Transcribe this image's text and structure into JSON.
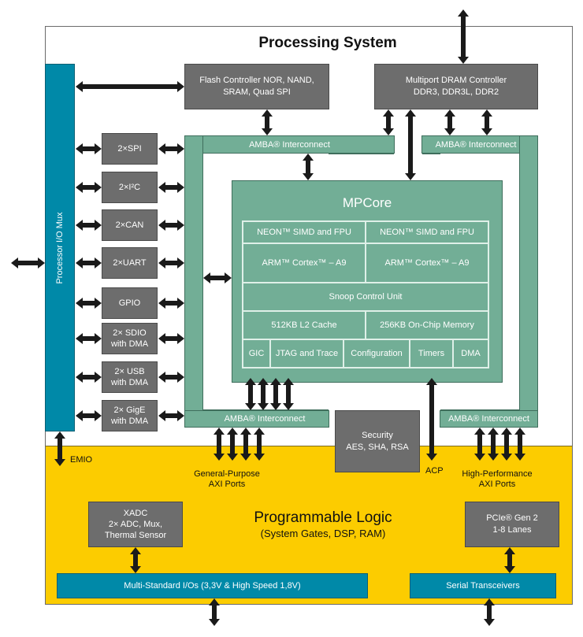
{
  "processing_system": {
    "title": "Processing System",
    "io_mux_label": "Processor I/O Mux",
    "flash_controller": "Flash Controller NOR, NAND,\nSRAM, Quad SPI",
    "flash_line1": "Flash Controller NOR, NAND,",
    "flash_line2": "SRAM, Quad SPI",
    "dram_line1": "Multiport DRAM Controller",
    "dram_line2": "DDR3, DDR3L, DDR2",
    "peripherals": [
      {
        "line1": "2×SPI",
        "line2": ""
      },
      {
        "line1": "2×I²C",
        "line2": ""
      },
      {
        "line1": "2×CAN",
        "line2": ""
      },
      {
        "line1": "2×UART",
        "line2": ""
      },
      {
        "line1": "GPIO",
        "line2": ""
      },
      {
        "line1": "2× SDIO",
        "line2": "with DMA"
      },
      {
        "line1": "2× USB",
        "line2": "with DMA"
      },
      {
        "line1": "2× GigE",
        "line2": "with DMA"
      }
    ],
    "amba": {
      "top_left": "AMBA® Interconnect",
      "top_right": "AMBA® Interconnect",
      "bottom_left": "AMBA® Interconnect",
      "bottom_right": "AMBA® Interconnect"
    },
    "mpcore": {
      "title": "MPCore",
      "neon_left": "NEON™ SIMD and FPU",
      "neon_right": "NEON™ SIMD and FPU",
      "arm_left": "ARM™ Cortex™ – A9",
      "arm_right": "ARM™ Cortex™ – A9",
      "snoop": "Snoop Control Unit",
      "l2": "512KB L2 Cache",
      "ocm": "256KB On-Chip Memory",
      "bottom_row": [
        "GIC",
        "JTAG and Trace",
        "Configuration",
        "Timers",
        "DMA"
      ]
    },
    "security_line1": "Security",
    "security_line2": "AES, SHA, RSA"
  },
  "labels": {
    "emio": "EMIO",
    "gp_axi_line1": "General-Purpose",
    "gp_axi_line2": "AXI Ports",
    "acp": "ACP",
    "hp_axi_line1": "High-Performance",
    "hp_axi_line2": "AXI Ports"
  },
  "programmable_logic": {
    "title": "Programmable Logic",
    "subtitle": "(System Gates, DSP, RAM)",
    "xadc_line1": "XADC",
    "xadc_line2": "2× ADC, Mux,",
    "xadc_line3": "Thermal Sensor",
    "pcie_line1": "PCIe® Gen 2",
    "pcie_line2": "1-8 Lanes",
    "multi_io": "Multi-Standard I/Os (3,3V & High Speed 1,8V)",
    "serial": "Serial Transceivers"
  },
  "colors": {
    "teal": "#0089a8",
    "green": "#72ae96",
    "gray": "#6d6d6d",
    "yellow": "#fccc00",
    "arrow": "#1a1a1a"
  }
}
